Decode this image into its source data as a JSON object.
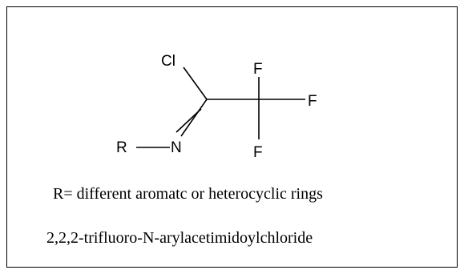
{
  "molecule": {
    "atoms": {
      "cl": "Cl",
      "f_top": "F",
      "f_right": "F",
      "f_bottom": "F",
      "n": "N",
      "r": "R"
    }
  },
  "captions": {
    "r_definition": "R= different aromatc or heterocyclic rings",
    "compound_name": "2,2,2-trifluoro-N-arylacetimidoylchloride"
  }
}
